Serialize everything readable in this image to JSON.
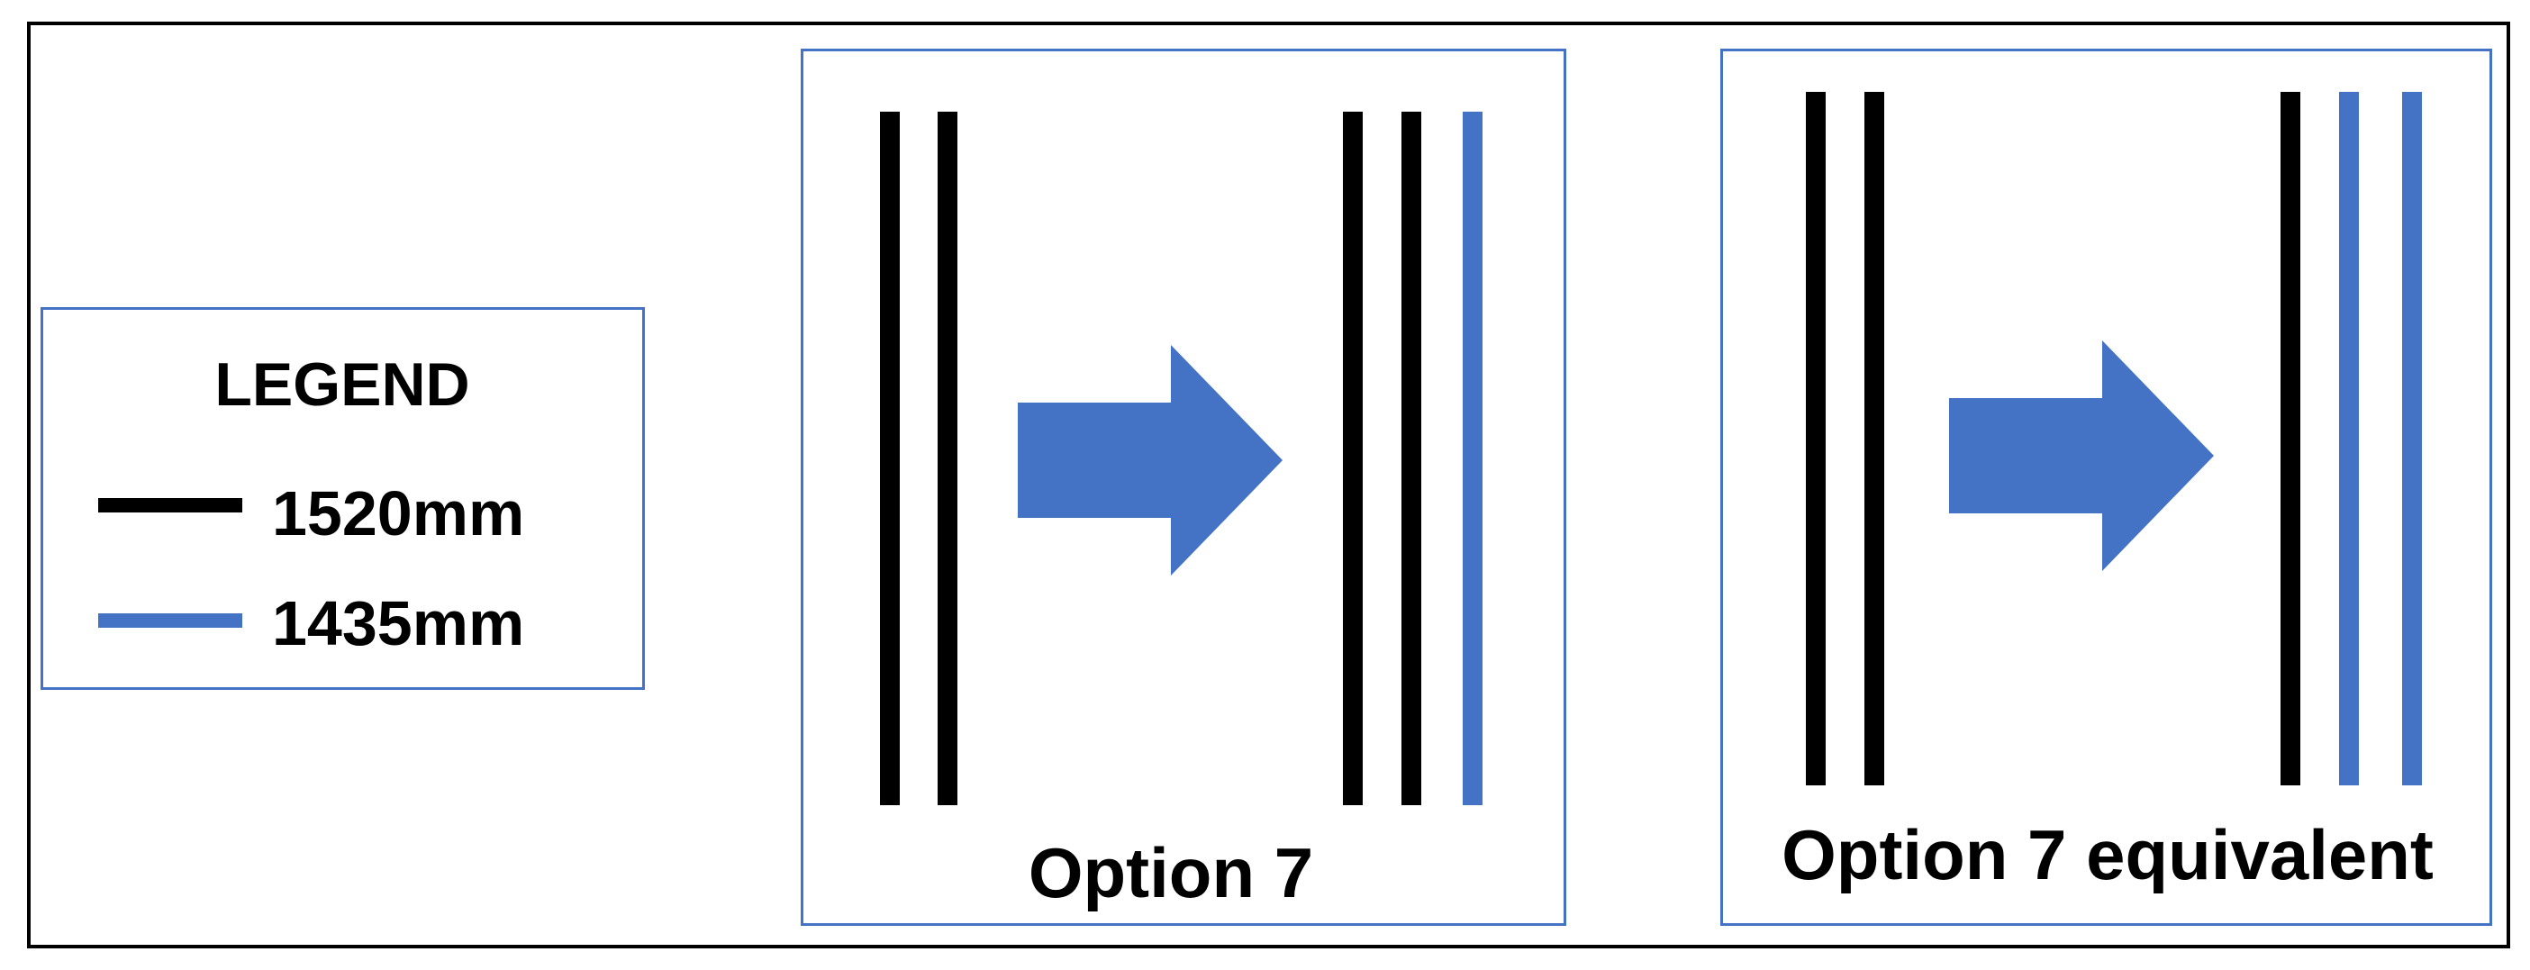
{
  "colors": {
    "gauge_1520": "#000000",
    "gauge_1435": "#4472c4",
    "arrow": "#4472c4",
    "panel_border": "#4472c4"
  },
  "legend": {
    "title": "LEGEND",
    "items": [
      {
        "label": "1520mm",
        "color": "#000000"
      },
      {
        "label": "1435mm",
        "color": "#4472c4"
      }
    ]
  },
  "panels": [
    {
      "caption": "Option 7",
      "before_rails": [
        "1520mm",
        "1520mm"
      ],
      "after_rails": [
        "1520mm",
        "1520mm",
        "1435mm"
      ],
      "arrow_icon": "right-arrow-icon"
    },
    {
      "caption": "Option 7 equivalent",
      "before_rails": [
        "1520mm",
        "1520mm"
      ],
      "after_rails": [
        "1520mm",
        "1435mm",
        "1435mm"
      ],
      "arrow_icon": "right-arrow-icon"
    }
  ]
}
